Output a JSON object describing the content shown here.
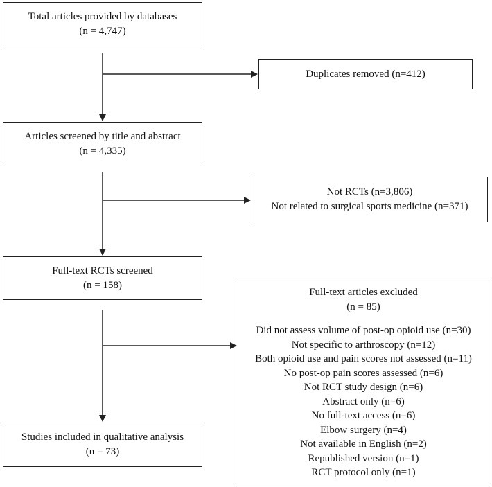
{
  "flow": {
    "total": {
      "label": "Total articles provided by databases",
      "count": "(n = 4,747)"
    },
    "duplicates": {
      "label": "Duplicates removed (n=412)"
    },
    "screened": {
      "label": "Articles screened by title and abstract",
      "count": "(n = 4,335)"
    },
    "excluded_abstract": {
      "line1": "Not RCTs (n=3,806)",
      "line2": "Not related to surgical sports medicine (n=371)"
    },
    "fulltext": {
      "label": "Full-text RCTs screened",
      "count": "(n = 158)"
    },
    "excluded_fulltext": {
      "title": "Full-text articles excluded",
      "count": "(n = 85)",
      "reasons": [
        "Did not assess volume of post-op opioid use (n=30)",
        "Not specific to arthroscopy (n=12)",
        "Both opioid use and pain scores not assessed (n=11)",
        "No post-op pain scores assessed (n=6)",
        "Not RCT study design (n=6)",
        "Abstract only (n=6)",
        "No full-text access (n=6)",
        "Elbow surgery (n=4)",
        "Not available in English (n=2)",
        "Republished version (n=1)",
        "RCT protocol only (n=1)"
      ]
    },
    "included": {
      "label": "Studies included in qualitative analysis",
      "count": "(n = 73)"
    }
  },
  "colors": {
    "line": "#222222",
    "background": "#ffffff",
    "text": "#111111"
  }
}
